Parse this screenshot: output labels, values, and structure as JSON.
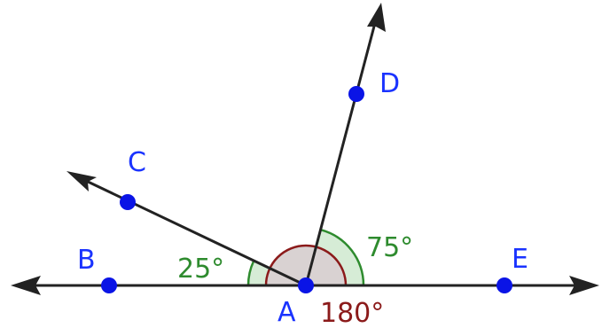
{
  "points": {
    "A": "A",
    "B": "B",
    "C": "C",
    "D": "D",
    "E": "E"
  },
  "angles": {
    "BAC": "25°",
    "DAE": "75°",
    "BAE": "180°"
  },
  "colors": {
    "point_fill": "#0a14e6",
    "point_label": "#1a33ff",
    "line": "#222222",
    "angle_green": "#2e8b2e",
    "angle_red": "#8b1a1a",
    "fill_green": "#d6ecd6",
    "fill_red": "#d9d2d2"
  }
}
